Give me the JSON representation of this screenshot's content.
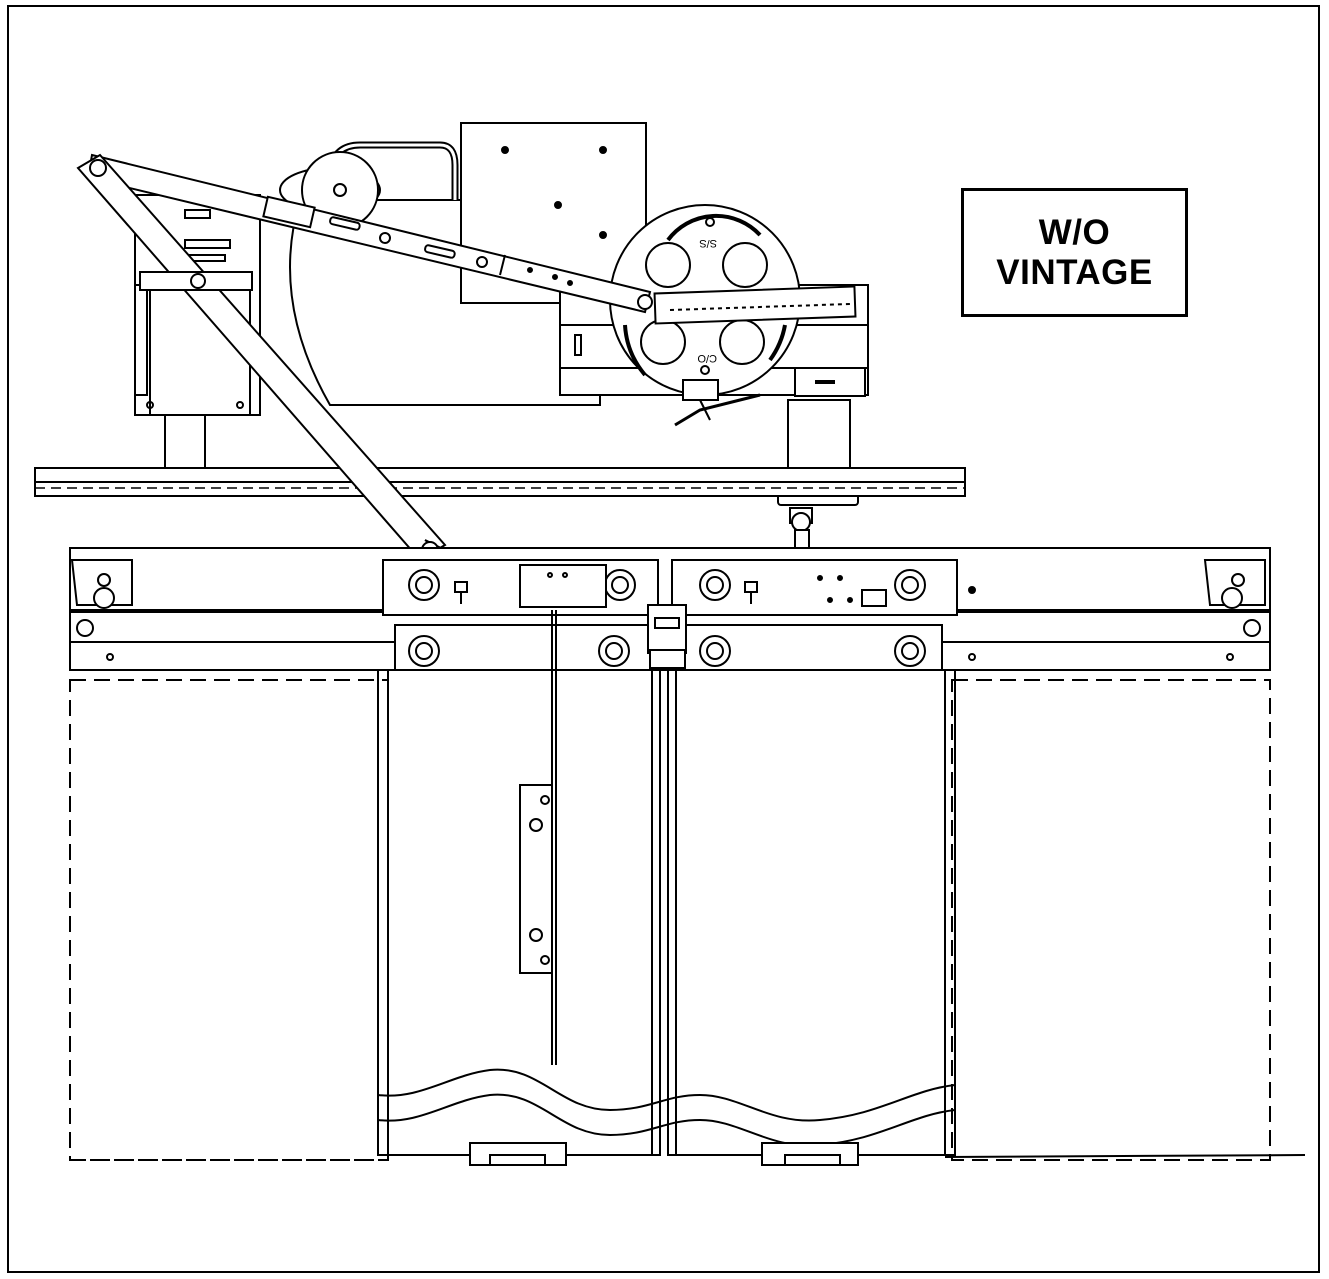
{
  "label_box": {
    "line1": "W/O",
    "line2": "VINTAGE"
  },
  "cam_labels": {
    "top": "S/S",
    "bottom": "C/O"
  },
  "colors": {
    "line": "#000000",
    "background": "#ffffff"
  }
}
